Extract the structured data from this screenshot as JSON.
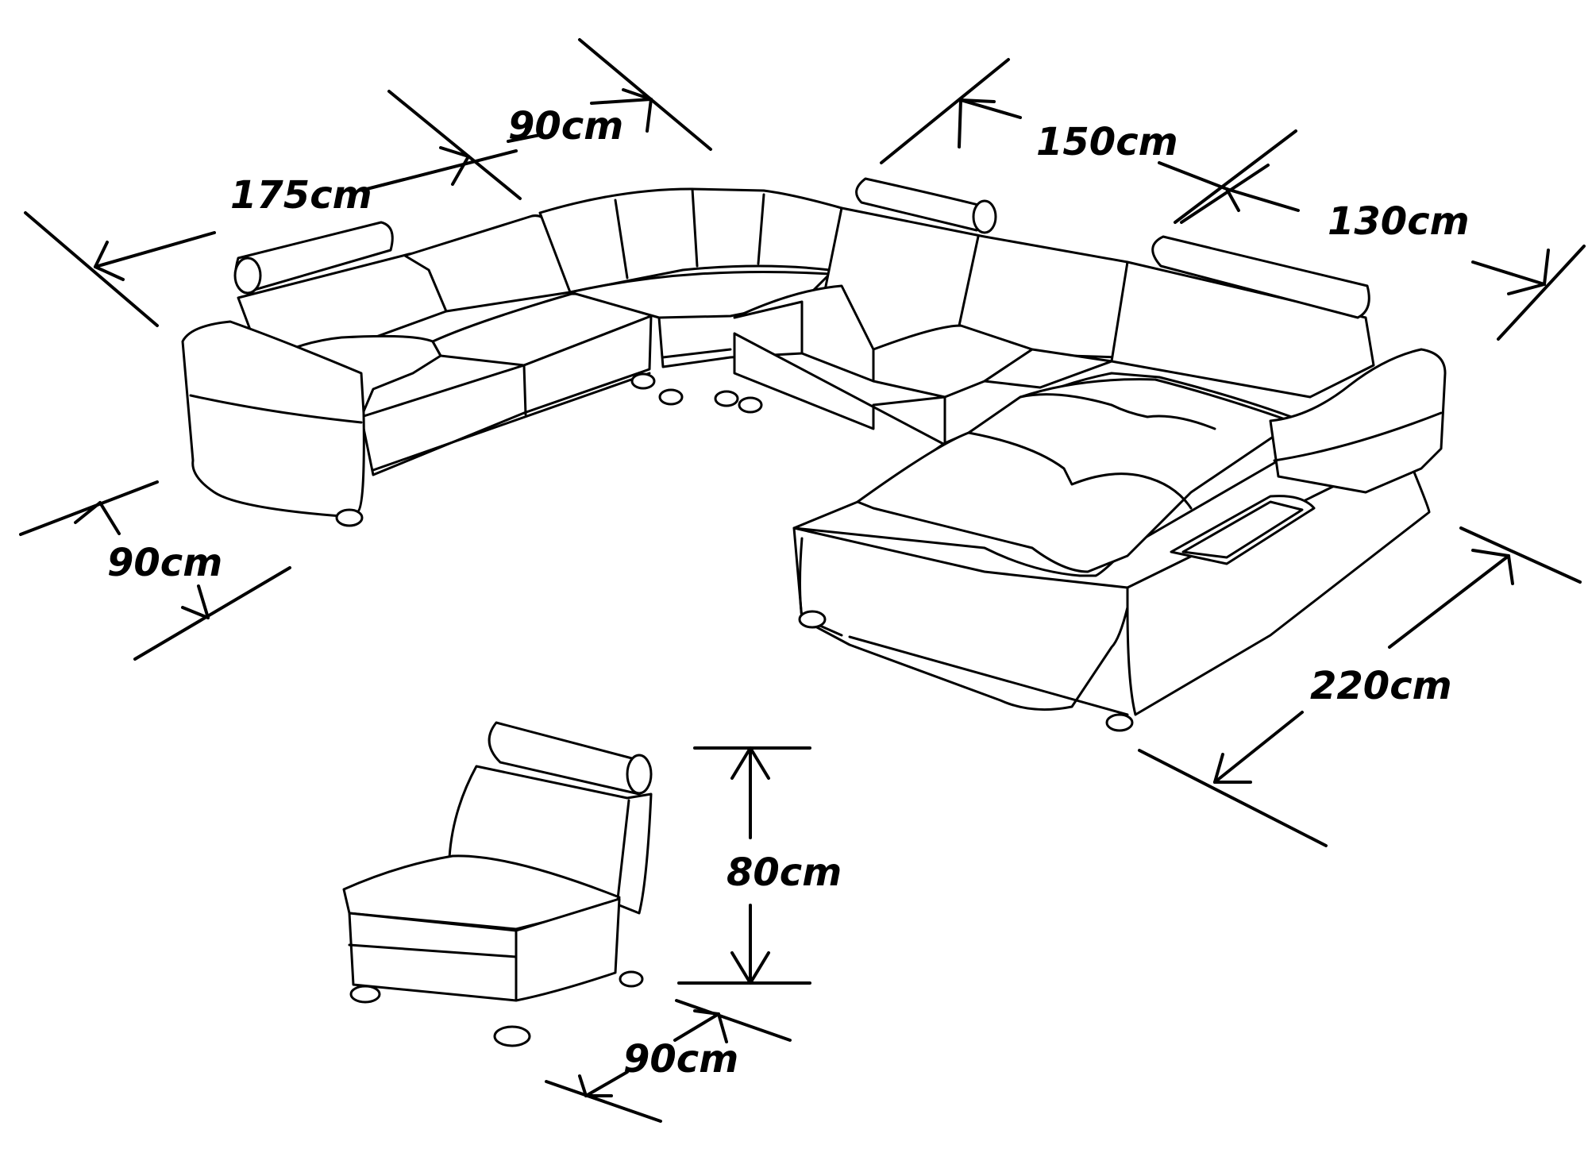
{
  "dimensions": {
    "left_section_length": "175cm",
    "corner_section_width": "90cm",
    "back_section_length": "150cm",
    "right_back_length": "130cm",
    "left_depth": "90cm",
    "chaise_length": "220cm",
    "armless_chair_height": "80cm",
    "armless_chair_width": "90cm"
  },
  "colors": {
    "line": "#000000",
    "background": "#ffffff"
  }
}
